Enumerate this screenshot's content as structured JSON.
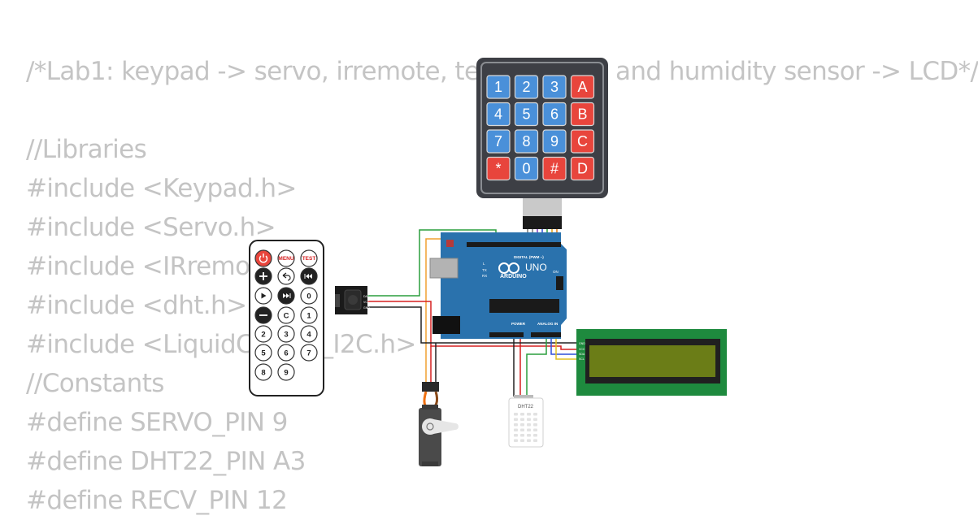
{
  "code_lines": [
    "/*Lab1: keypad -> servo, irremote, temperature and humidity sensor -> LCD*/",
    "",
    "//Libraries",
    "#include <Keypad.h>",
    "#include <Servo.h>",
    "#include <IRremote.h>",
    "#include <dht.h>",
    "#include <LiquidCrystal_I2C.h>",
    "//Constants",
    "#define SERVO_PIN 9",
    "#define DHT22_PIN A3",
    "#define RECV_PIN 12"
  ],
  "keypad": {
    "keys": [
      "1",
      "2",
      "3",
      "A",
      "4",
      "5",
      "6",
      "B",
      "7",
      "8",
      "9",
      "C",
      "*",
      "0",
      "#",
      "D"
    ],
    "digit_color": "#4a90d9",
    "letter_color": "#e8453c"
  },
  "remote": {
    "buttons": [
      {
        "label": "",
        "icon": "power-icon",
        "color": "#e8453c"
      },
      {
        "label": "MENU",
        "icon": "",
        "color": "#ffffff"
      },
      {
        "label": "TEST",
        "icon": "",
        "color": "#ffffff"
      },
      {
        "label": "",
        "icon": "plus-icon",
        "color": "#ffffff"
      },
      {
        "label": "",
        "icon": "back-icon",
        "color": "#ffffff"
      },
      {
        "label": "",
        "icon": "rewind-icon",
        "color": "#ffffff"
      },
      {
        "label": "",
        "icon": "play-icon",
        "color": "#ffffff"
      },
      {
        "label": "",
        "icon": "fast-forward-icon",
        "color": "#ffffff"
      },
      {
        "label": "0",
        "icon": "",
        "color": "#ffffff"
      },
      {
        "label": "",
        "icon": "minus-icon",
        "color": "#ffffff"
      },
      {
        "label": "C",
        "icon": "",
        "color": "#ffffff"
      },
      {
        "label": "1",
        "icon": "",
        "color": "#ffffff"
      },
      {
        "label": "2",
        "icon": "",
        "color": "#ffffff"
      },
      {
        "label": "3",
        "icon": "",
        "color": "#ffffff"
      },
      {
        "label": "4",
        "icon": "",
        "color": "#ffffff"
      },
      {
        "label": "5",
        "icon": "",
        "color": "#ffffff"
      },
      {
        "label": "6",
        "icon": "",
        "color": "#ffffff"
      },
      {
        "label": "7",
        "icon": "",
        "color": "#ffffff"
      },
      {
        "label": "8",
        "icon": "",
        "color": "#ffffff"
      },
      {
        "label": "9",
        "icon": "",
        "color": "#ffffff"
      }
    ]
  },
  "arduino": {
    "brand": "ARDUINO",
    "model": "UNO",
    "digital_label": "DIGITAL (PWM ~)",
    "power_label": "POWER",
    "analog_label": "ANALOG IN",
    "tx_label": "TX",
    "rx_label": "RX",
    "on_label": "ON",
    "l_label": "L",
    "board_color": "#2a72ad"
  },
  "ir_receiver": {
    "pin_labels": [
      "DAT",
      "VCC",
      "GND"
    ]
  },
  "dht": {
    "label": "DHT22"
  },
  "lcd": {
    "pin_labels": [
      "GND",
      "VCC",
      "SDA",
      "SCL"
    ],
    "pcb_color": "#1e8a3e",
    "screen_color": "#6b7d17"
  }
}
